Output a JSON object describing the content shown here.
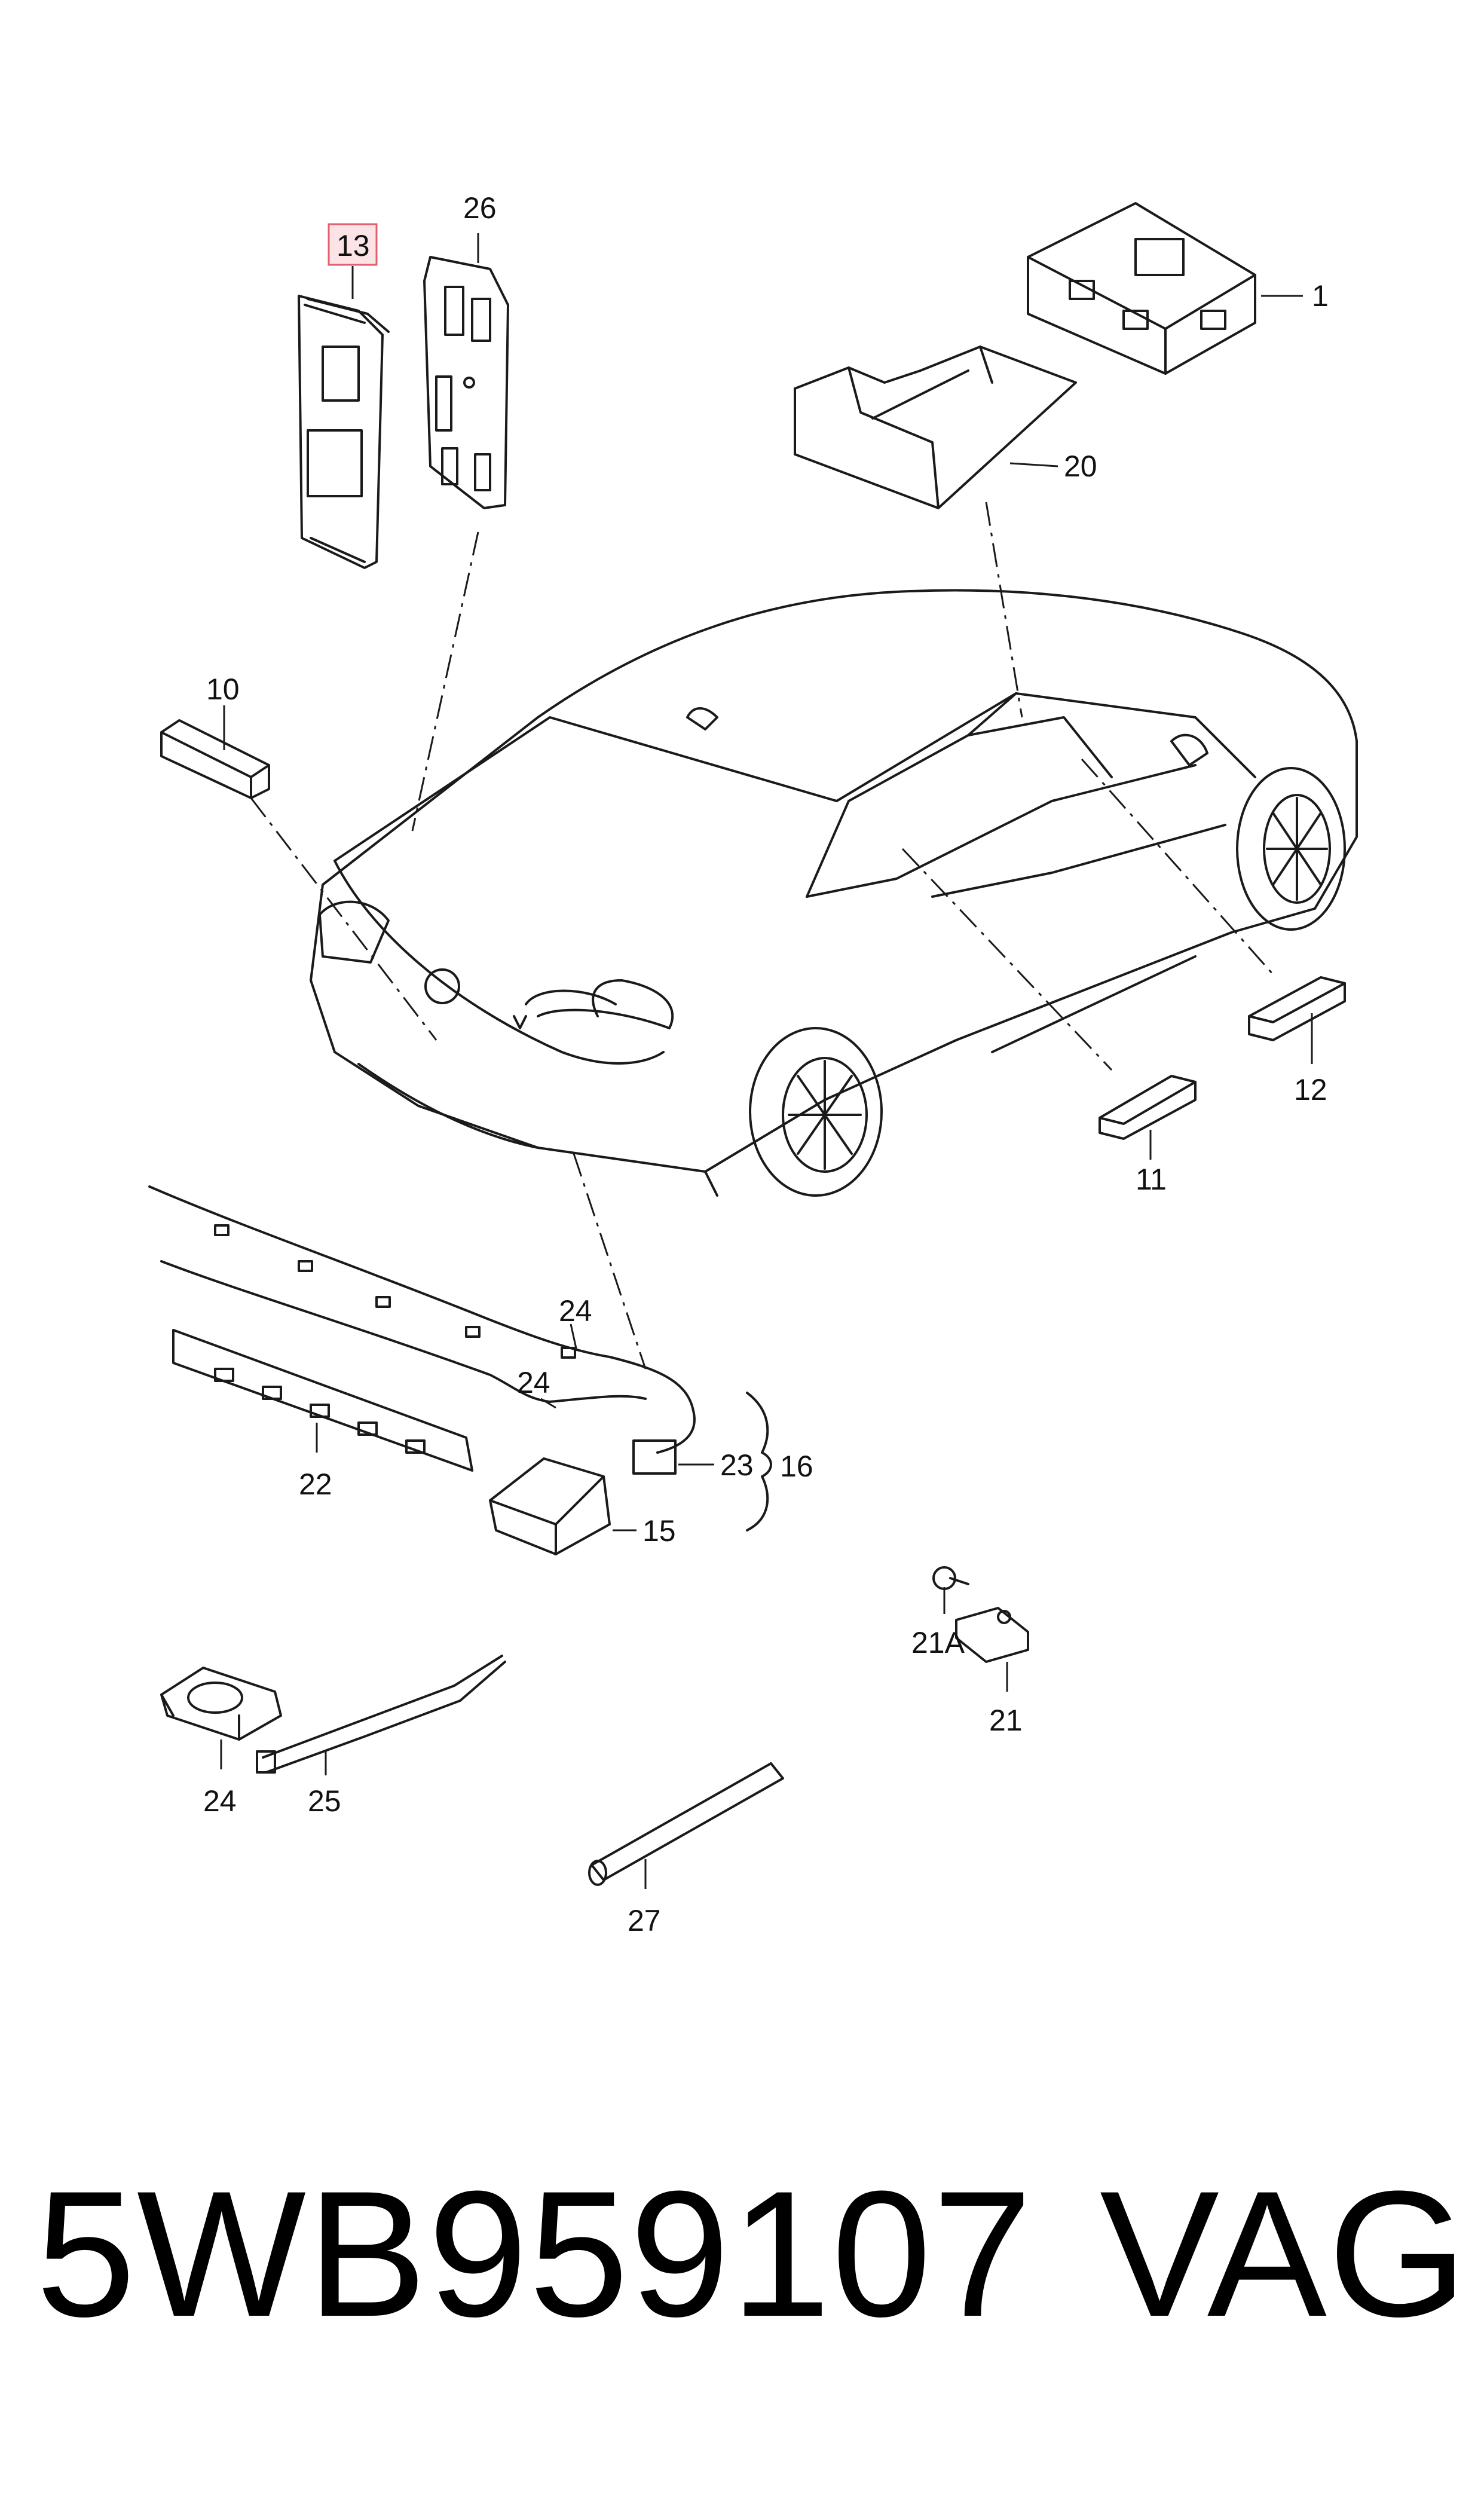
{
  "callouts": [
    {
      "id": "13",
      "highlighted": true
    },
    {
      "id": "26"
    },
    {
      "id": "1"
    },
    {
      "id": "20"
    },
    {
      "id": "10"
    },
    {
      "id": "12"
    },
    {
      "id": "11"
    },
    {
      "id": "24"
    },
    {
      "id": "16"
    },
    {
      "id": "23"
    },
    {
      "id": "15"
    },
    {
      "id": "22"
    },
    {
      "id": "21A"
    },
    {
      "id": "21"
    },
    {
      "id": "25"
    },
    {
      "id": "27"
    }
  ],
  "caption": {
    "part_number": "5WB959107",
    "brand": "VAG"
  },
  "colors": {
    "line": "#1a1a1a",
    "highlight_box": "#e06070",
    "highlight_fill": "#fbe3e6"
  }
}
